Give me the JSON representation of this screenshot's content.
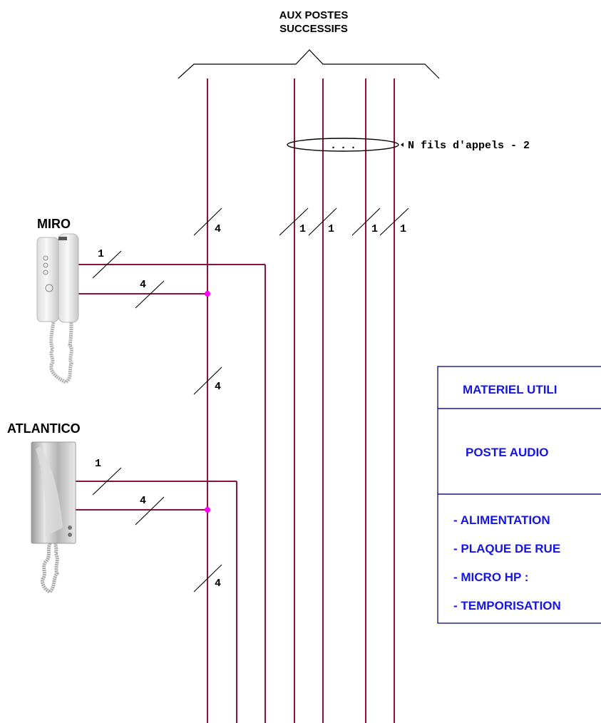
{
  "header": {
    "line1": "AUX POSTES",
    "line2": "SUCCESSIFS"
  },
  "bundle_label": "N fils d'appels - 2",
  "bundle_dots": "...",
  "bus_counts": {
    "main_top": "4",
    "main_mid": "4",
    "main_bottom": "4",
    "call_a": "1",
    "call_b": "1",
    "call_c": "1",
    "call_d": "1"
  },
  "stations": [
    {
      "name": "MIRO",
      "call_count": "1",
      "bus_count": "4"
    },
    {
      "name": "ATLANTICO",
      "call_count": "1",
      "bus_count": "4"
    }
  ],
  "material_table": {
    "title": "MATERIEL UTILI",
    "section": "POSTE AUDIO",
    "items": [
      "- ALIMENTATION",
      "- PLAQUE DE RUE",
      "- MICRO HP :",
      "- TEMPORISATION"
    ]
  },
  "colors": {
    "wire": "#8b1538",
    "junction": "#ff00ff",
    "table_text": "#1515e6",
    "table_border": "#1a1a8c",
    "ink": "#000000"
  }
}
